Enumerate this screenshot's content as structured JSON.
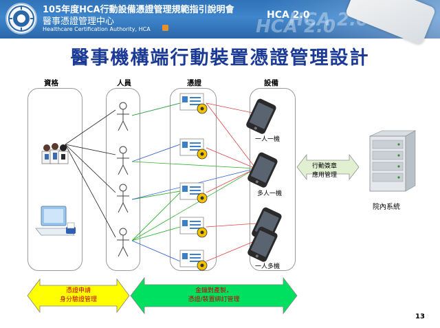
{
  "header": {
    "line1": "105年度HCA行動設備憑證管理規範指引說明會",
    "line2": "醫事憑證管理中心",
    "line3": "Healthcare Certification Authority, HCA",
    "hca_logo_small": "HCA 2.0",
    "hca_logo_big": "HCA 2.0"
  },
  "title": "醫事機構端行動裝置憑證管理設計",
  "columns": {
    "qualification": "資格",
    "personnel": "人員",
    "certificate": "憑證",
    "device": "設備"
  },
  "device_labels": {
    "one_to_one": "一人一機",
    "many_to_one": "多人一機",
    "one_to_many": "一人多機"
  },
  "mobile_mgmt": {
    "line1": "行動簽章",
    "line2": "應用管理"
  },
  "server_label": "院內系統",
  "bottom_left": {
    "line1": "憑證申請",
    "line2": "身分驗證管理"
  },
  "bottom_right": {
    "line1": "金鑰對產製，",
    "line2": "憑證/裝置綁訂管理"
  },
  "colors": {
    "title": "#1a3a96",
    "arrow_yellow": "#ffff00",
    "arrow_green": "#00e060",
    "text_red": "#c00000",
    "line_red": "#e04040",
    "line_green": "#30b030",
    "line_blue": "#3060d0",
    "line_black": "#222222"
  },
  "page_number": "13"
}
